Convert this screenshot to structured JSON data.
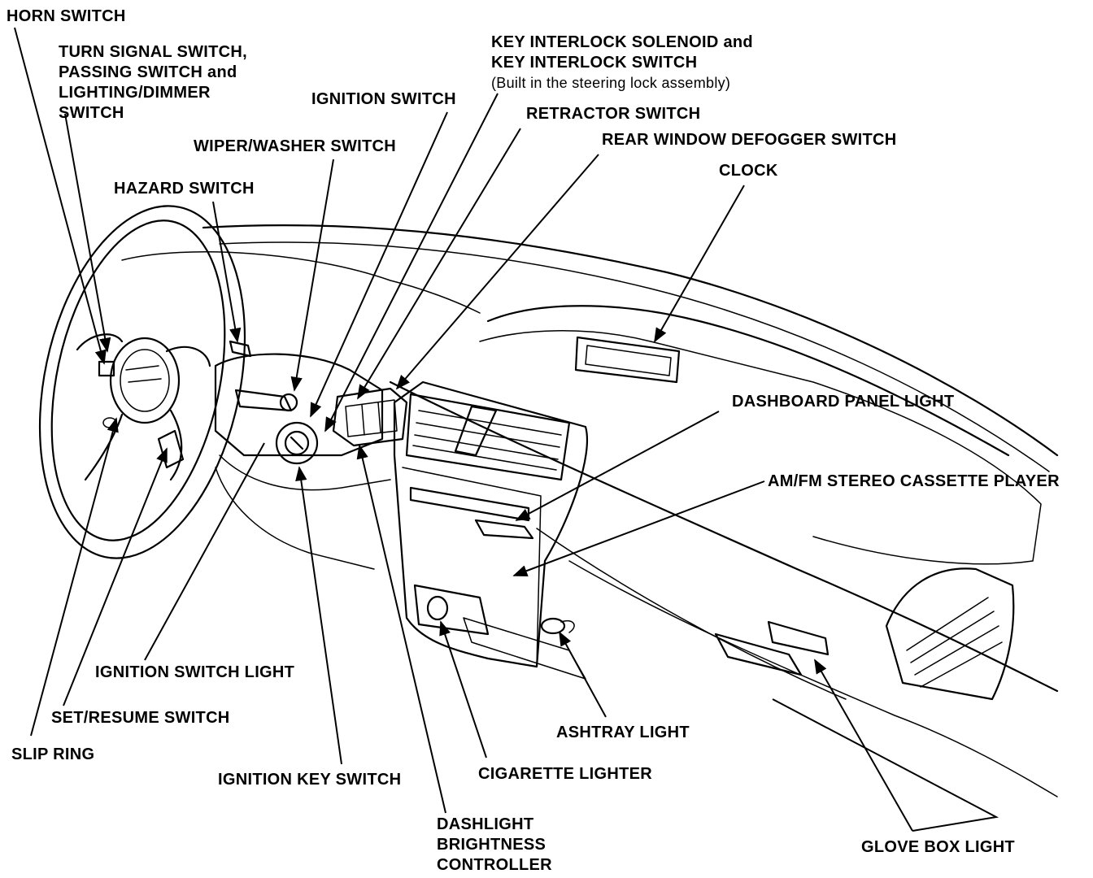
{
  "labels": {
    "horn_switch": "HORN SWITCH",
    "turn_signal": [
      "TURN SIGNAL SWITCH,",
      "PASSING SWITCH and",
      "LIGHTING/DIMMER",
      "SWITCH"
    ],
    "wiper_washer": "WIPER/WASHER SWITCH",
    "hazard": "HAZARD SWITCH",
    "ignition_switch": "IGNITION SWITCH",
    "key_interlock": [
      "KEY INTERLOCK SOLENOID and",
      "KEY INTERLOCK SWITCH"
    ],
    "key_interlock_note": "(Built in the steering lock assembly)",
    "retractor": "RETRACTOR SWITCH",
    "rear_defogger": "REAR WINDOW DEFOGGER  SWITCH",
    "clock": "CLOCK",
    "dashboard_panel_light": "DASHBOARD PANEL LIGHT",
    "stereo": "AM/FM STEREO CASSETTE PLAYER",
    "ignition_switch_light": "IGNITION SWITCH LIGHT",
    "set_resume": "SET/RESUME SWITCH",
    "slip_ring": "SLIP RING",
    "ignition_key_switch": "IGNITION KEY SWITCH",
    "ashtray_light": "ASHTRAY LIGHT",
    "cigarette_lighter": "CIGARETTE LIGHTER",
    "dashlight": [
      "DASHLIGHT",
      "BRIGHTNESS",
      "CONTROLLER"
    ],
    "glove_box_light": "GLOVE BOX LIGHT"
  }
}
